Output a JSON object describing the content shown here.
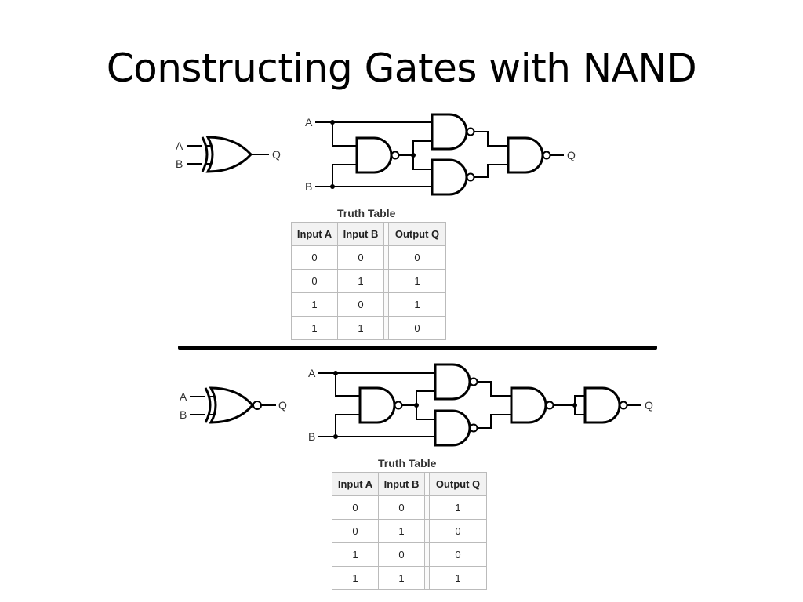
{
  "slide": {
    "title": "Constructing Gates with NAND"
  },
  "top_section": {
    "symbol_labels": {
      "input_a": "A",
      "input_b": "B",
      "output": "Q"
    },
    "circuit_labels": {
      "input_a": "A",
      "input_b": "B",
      "output": "Q"
    },
    "truth_table": {
      "caption": "Truth Table",
      "headers": [
        "Input A",
        "Input B",
        "Output Q"
      ],
      "rows": [
        [
          "0",
          "0",
          "0"
        ],
        [
          "0",
          "1",
          "1"
        ],
        [
          "1",
          "0",
          "1"
        ],
        [
          "1",
          "1",
          "0"
        ]
      ]
    }
  },
  "bottom_section": {
    "symbol_labels": {
      "input_a": "A",
      "input_b": "B",
      "output": "Q"
    },
    "circuit_labels": {
      "input_a": "A",
      "input_b": "B",
      "output": "Q"
    },
    "truth_table": {
      "caption": "Truth Table",
      "headers": [
        "Input A",
        "Input B",
        "Output Q"
      ],
      "rows": [
        [
          "0",
          "0",
          "1"
        ],
        [
          "0",
          "1",
          "0"
        ],
        [
          "1",
          "0",
          "0"
        ],
        [
          "1",
          "1",
          "1"
        ]
      ]
    }
  }
}
